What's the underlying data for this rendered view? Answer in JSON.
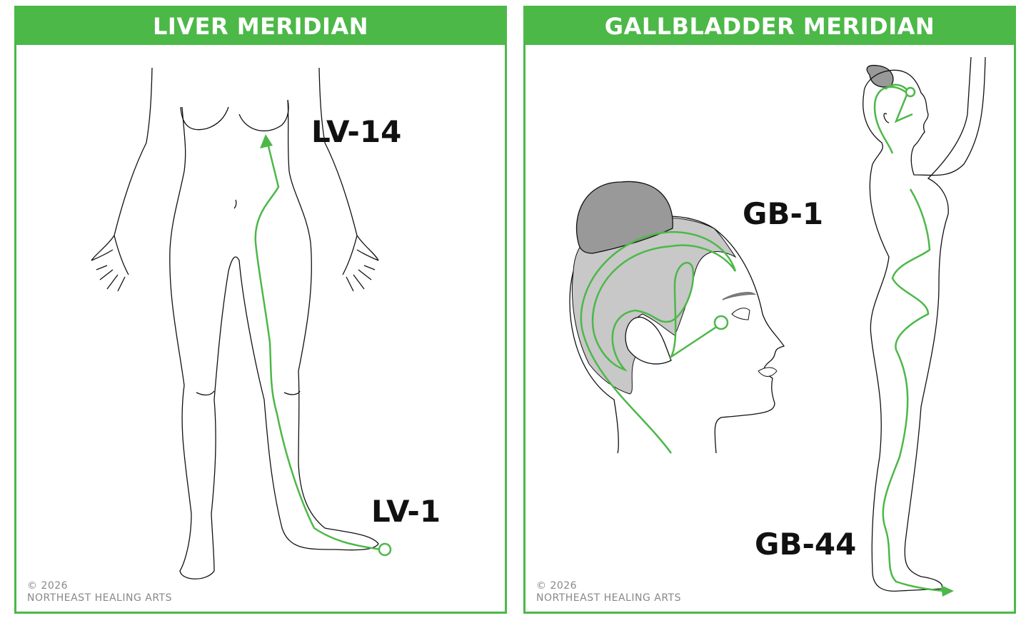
{
  "panels": [
    {
      "title": "LIVER MERIDIAN",
      "labels": [
        "LV-14",
        "LV-1"
      ],
      "copyright": "© 2026",
      "credit": "NORTHEAST HEALING ARTS"
    },
    {
      "title": "GALLBLADDER MERIDIAN",
      "labels": [
        "GB-1",
        "GB-44"
      ],
      "copyright": "© 2026",
      "credit": "NORTHEAST HEALING ARTS"
    }
  ],
  "colors": {
    "accent": "#4cb848",
    "hair": "#999999",
    "hair_light": "#c8c8c8",
    "text": "#111111",
    "credit": "#888888"
  }
}
